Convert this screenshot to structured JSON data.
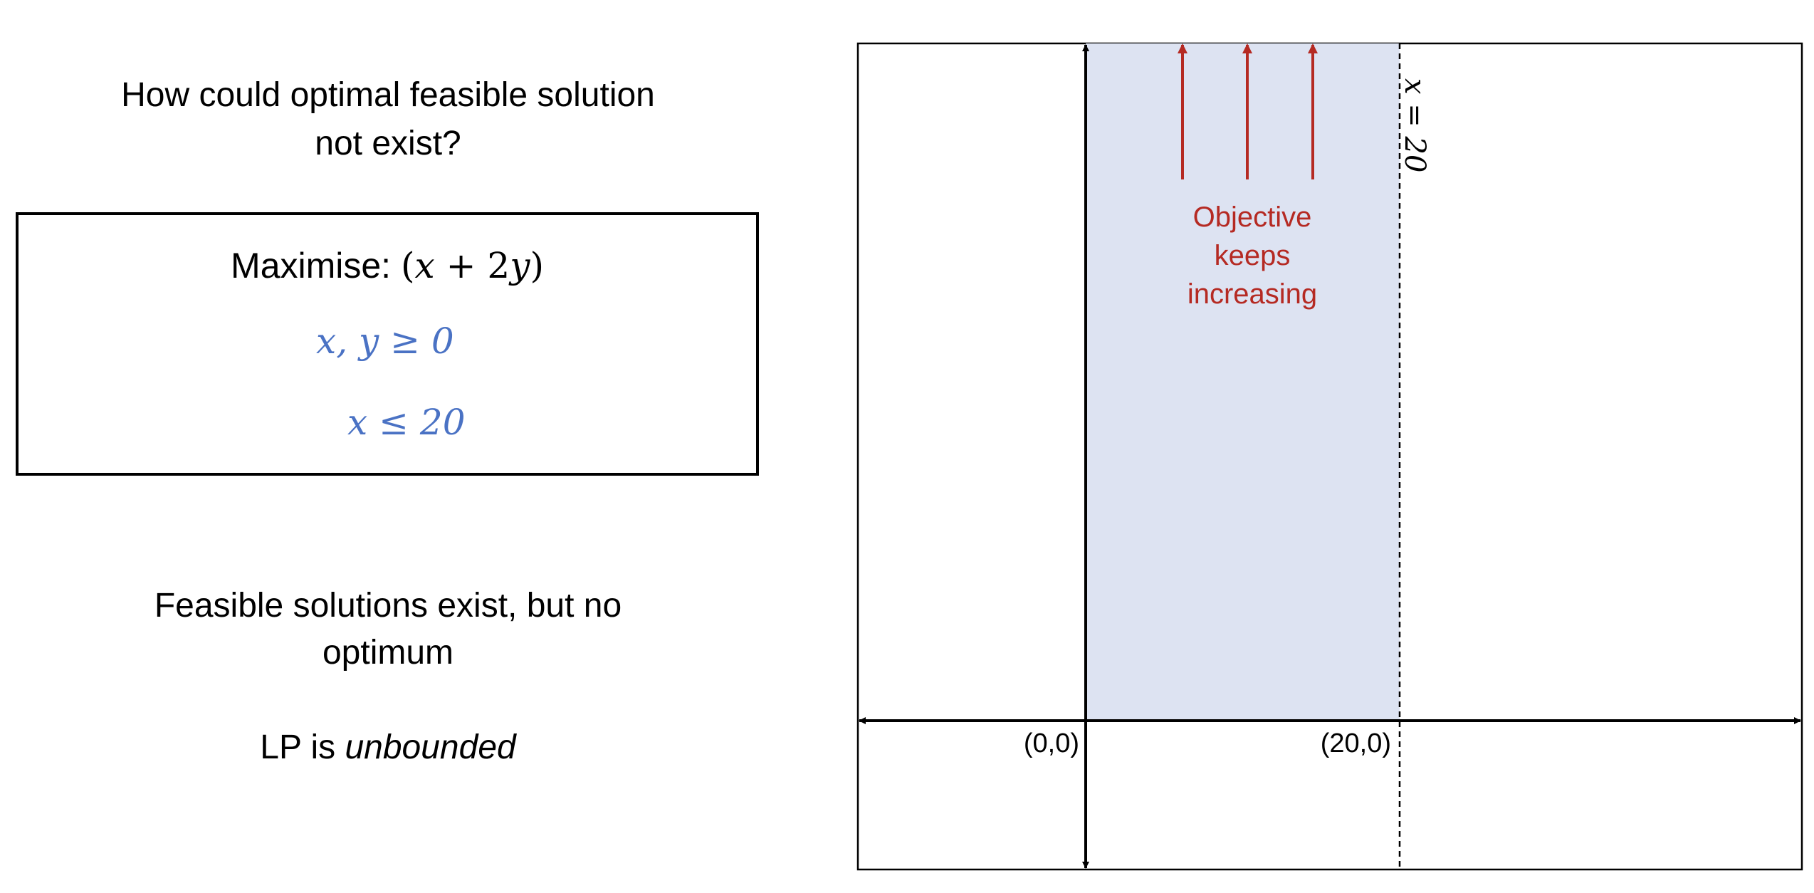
{
  "question": {
    "line1": "How could optimal feasible solution",
    "line2": "not exist?"
  },
  "lp": {
    "objective_prefix": "Maximise: ",
    "objective_open": "(",
    "objective_x": "x",
    "objective_plus": " + 2",
    "objective_y": "y",
    "objective_close": ")",
    "constraints": [
      "x, y ≥ 0",
      "x ≤ 20"
    ]
  },
  "conclusion": {
    "line1": "Feasible solutions exist, but no",
    "line2": "optimum"
  },
  "status": {
    "prefix": "LP is ",
    "emphasis": "unbounded"
  },
  "diagram": {
    "boundary_label": "x = 20",
    "annotation": [
      "Objective",
      "keeps",
      "increasing"
    ],
    "origin_label": "(0,0)",
    "point_label": "(20,0)",
    "colors": {
      "feasible_region": "#dde3f2",
      "objective_arrows": "#b52a23",
      "constraint_text": "#4a72c4"
    }
  }
}
